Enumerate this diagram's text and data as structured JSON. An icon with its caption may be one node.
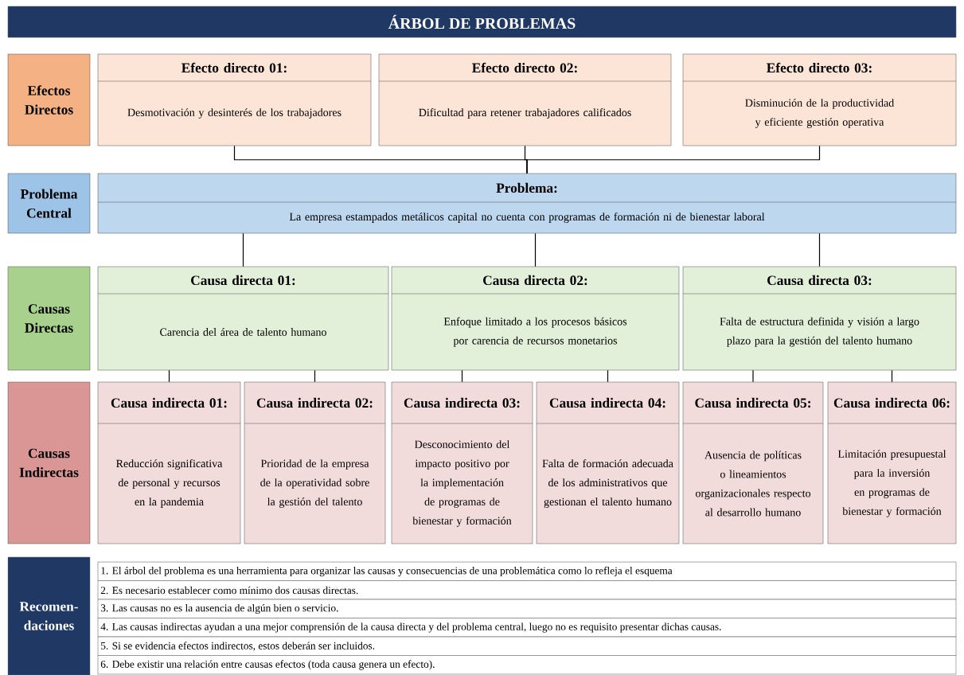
{
  "diagram": {
    "title": "ÁRBOL DE PROBLEMAS",
    "nodes": [
      {
        "text": [
          "Efectos Directos"
        ]
      },
      {
        "text": [
          "Efecto directo 01:",
          "Desmotivación y desinterés de los trabajadores"
        ]
      },
      {
        "text": [
          "Efecto directo 02:",
          "Dificultad para retener trabajadores calificados"
        ]
      },
      {
        "text": [
          "Efecto directo 03:",
          "Disminución de la productividad y eficiente gestión operativa"
        ]
      },
      {
        "text": [
          "Problema Central"
        ]
      },
      {
        "text": [
          "Problema:",
          "La empresa estampados metálicos capital no cuenta con programas de formación ni de bienestar laboral"
        ]
      },
      {
        "text": [
          "Causas Directas"
        ]
      },
      {
        "text": [
          "Causa directa 01:",
          "Carencia del área de talento humano"
        ]
      },
      {
        "text": [
          "Causa directa 02:",
          "Enfoque limitado a los procesos básicos por carencia de recursos monetarios"
        ]
      },
      {
        "text": [
          "Causa directa 03:",
          "Falta de estructura definida y visión a largo plazo para la gestión del talento humano"
        ]
      },
      {
        "text": [
          "Causas Indirectas"
        ]
      },
      {
        "text": [
          "Causa indirecta 01:",
          "Reducción significativa de personal y recursos en la pandemia"
        ]
      },
      {
        "text": [
          "Causa indirecta 02:",
          "Prioridad de la empresa de la operatividad sobre la gestión del talento"
        ]
      },
      {
        "text": [
          "Causa indirecta 03:",
          "Desconocimiento del impacto positivo por la implementación de programas de bienestar y formación"
        ]
      },
      {
        "text": [
          "Causa indirecta 04:",
          "Falta de formación adecuada de los administrativos que gestionan el talento humano"
        ]
      },
      {
        "text": [
          "Causa indirecta 05:",
          "Ausencia de políticas o lineamientos organizacionales respecto al desarrollo humano"
        ]
      },
      {
        "text": [
          "Causa indirecta 06:",
          "Limitación presupuestal para la inversión en programas de bienestar y formación"
        ]
      },
      {
        "text": [
          "Recomen- daciones"
        ]
      }
    ],
    "edges": [
      {
        "from": 1,
        "to": 5,
        "arrow": "none"
      },
      {
        "from": 2,
        "to": 5,
        "arrow": "none"
      },
      {
        "from": 3,
        "to": 5,
        "arrow": "none"
      },
      {
        "from": 5,
        "to": 7,
        "arrow": "none"
      },
      {
        "from": 5,
        "to": 8,
        "arrow": "none"
      },
      {
        "from": 5,
        "to": 9,
        "arrow": "none"
      },
      {
        "from": 7,
        "to": 11,
        "arrow": "none"
      },
      {
        "from": 7,
        "to": 12,
        "arrow": "none"
      },
      {
        "from": 8,
        "to": 13,
        "arrow": "none"
      },
      {
        "from": 8,
        "to": 14,
        "arrow": "none"
      },
      {
        "from": 9,
        "to": 15,
        "arrow": "none"
      },
      {
        "from": 9,
        "to": 16,
        "arrow": "none"
      }
    ],
    "labels": [
      "1. El árbol del problema es una herramienta para organizar las causas y consecuencias de una problemática como lo refleja el esquema",
      "2. Es necesario establecer como mínimo dos causas directas.",
      "3. Las causas no es la ausencia de algún bien o servicio.",
      "4. Las causas indirectas ayudan a una mejor comprensión de la causa directa y del problema central, luego no es requisito presentar dichas causas.",
      "5. Si se evidencia efectos indirectos, estos deberán ser incluidos.",
      "6. Debe existir una relación entre causas efectos (toda causa genera un efecto)."
    ]
  }
}
